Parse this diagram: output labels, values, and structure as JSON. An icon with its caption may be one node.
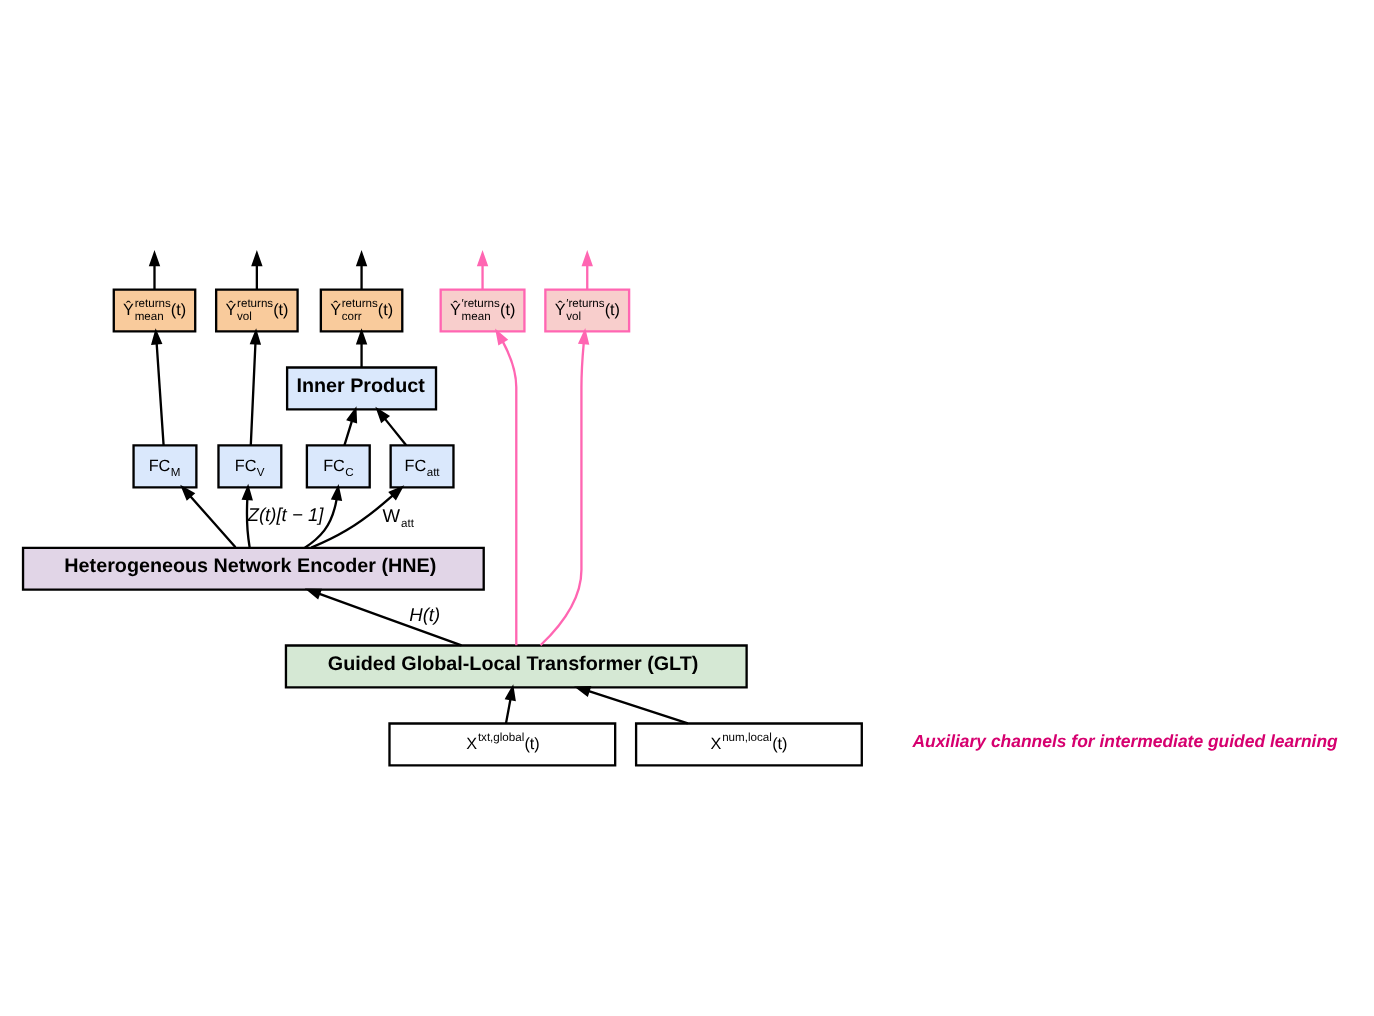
{
  "diagram": {
    "nodes": [
      {
        "text": [
          "X$^{txt,global}$(t)"
        ]
      },
      {
        "text": [
          "X$^{num,local}$(t)"
        ]
      },
      {
        "text": [
          "Guided Global-Local Transformer (GLT)"
        ]
      },
      {
        "text": [
          "Heterogeneous Network Encoder (HNE)"
        ]
      },
      {
        "text": [
          "FC$_{M}$"
        ]
      },
      {
        "text": [
          "FC$_{V}$"
        ]
      },
      {
        "text": [
          "FC$_{C}$"
        ]
      },
      {
        "text": [
          "FC$_{att}$"
        ]
      },
      {
        "text": [
          "Inner Product"
        ]
      },
      {
        "text": [
          "Ŷ$^{returns}$$_{mean}$(t)"
        ]
      },
      {
        "text": [
          "Ŷ$^{returns}$$_{vol}$(t)"
        ]
      },
      {
        "text": [
          "Ŷ$^{returns}$$_{corr}$(t)"
        ]
      },
      {
        "text": [
          "Ŷ$^{′returns}$$_{mean}$(t)"
        ]
      },
      {
        "text": [
          "Ŷ$^{′returns}$$_{vol}$(t)"
        ]
      }
    ],
    "edges": [
      {
        "from": 0,
        "to": 2,
        "arrow": "to"
      },
      {
        "from": 1,
        "to": 2,
        "arrow": "to"
      },
      {
        "from": 2,
        "to": 3,
        "arrow": "to",
        "label": "H(t)"
      },
      {
        "from": 3,
        "to": 4,
        "arrow": "to"
      },
      {
        "from": 3,
        "to": 5,
        "arrow": "to",
        "label": "Z(t)[t − 1]"
      },
      {
        "from": 3,
        "to": 6,
        "arrow": "to"
      },
      {
        "from": 3,
        "to": 7,
        "arrow": "to",
        "label": "W$_{att}$"
      },
      {
        "from": 4,
        "to": 9,
        "arrow": "to"
      },
      {
        "from": 5,
        "to": 10,
        "arrow": "to"
      },
      {
        "from": 6,
        "to": 8,
        "arrow": "to"
      },
      {
        "from": 7,
        "to": 8,
        "arrow": "to"
      },
      {
        "from": 8,
        "to": 11,
        "arrow": "to"
      },
      {
        "from": 9,
        "to": null,
        "arrow": "to"
      },
      {
        "from": 10,
        "to": null,
        "arrow": "to"
      },
      {
        "from": 11,
        "to": null,
        "arrow": "to"
      },
      {
        "from": 2,
        "to": 12,
        "arrow": "to",
        "color": "#ff66b2"
      },
      {
        "from": 2,
        "to": 13,
        "arrow": "to",
        "color": "#ff66b2"
      },
      {
        "from": 12,
        "to": null,
        "arrow": "to",
        "color": "#ff66b2"
      },
      {
        "from": 13,
        "to": null,
        "arrow": "to",
        "color": "#ff66b2"
      }
    ],
    "labels": [
      "Auxiliary channels for intermediate guided learning"
    ]
  }
}
